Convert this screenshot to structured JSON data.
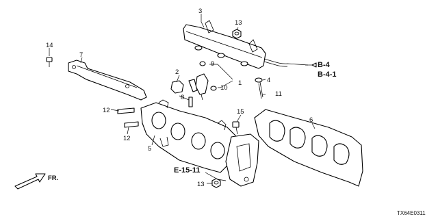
{
  "callouts": {
    "n1": "1",
    "n2": "2",
    "n3": "3",
    "n4": "4",
    "n5": "5",
    "n6": "6",
    "n7": "7",
    "n8": "8",
    "n9": "9",
    "n10": "10",
    "n11": "11",
    "n12a": "12",
    "n12b": "12",
    "n13a": "13",
    "n13b": "13",
    "n14": "14",
    "n15": "15"
  },
  "references": {
    "b4": "B-4",
    "b41": "B-4-1",
    "e1511": "E-15-11"
  },
  "direction_label": "FR.",
  "diagram_code": "TX64E0311"
}
